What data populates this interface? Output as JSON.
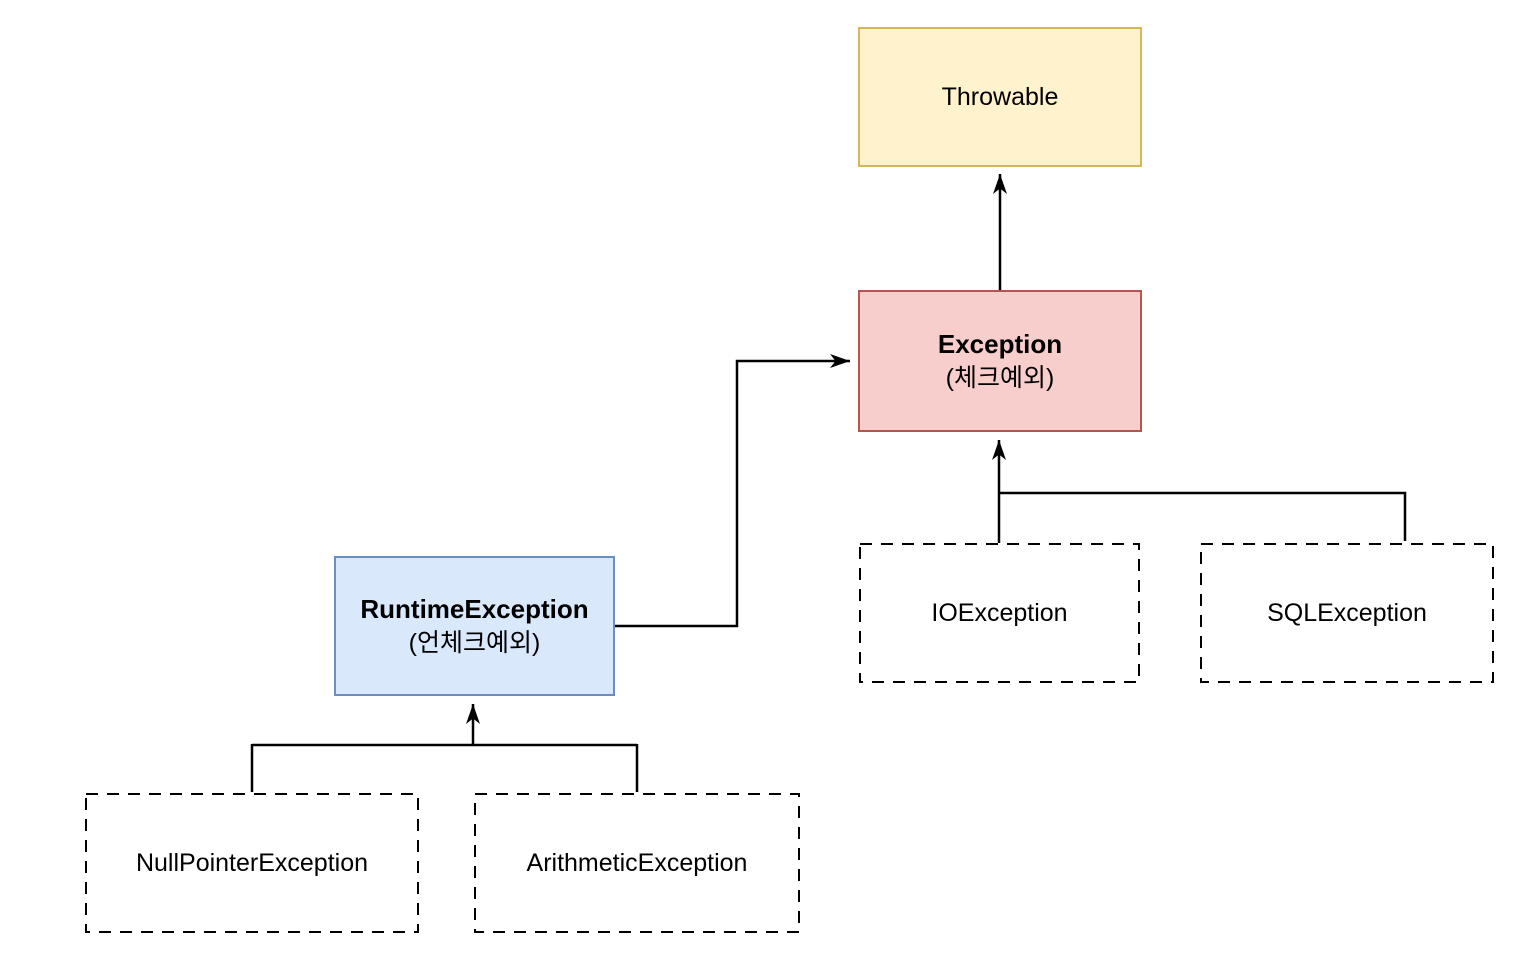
{
  "canvas": {
    "background": "#ffffff"
  },
  "colors": {
    "throwable_fill": "#fff2cc",
    "throwable_border": "#d6b656",
    "exception_fill": "#f8cecc",
    "exception_border": "#b85450",
    "runtime_fill": "#dae8fc",
    "runtime_border": "#6c8ebf",
    "subclass_fill": "#ffffff",
    "subclass_border": "#000000",
    "connector": "#000000"
  },
  "nodes": {
    "throwable": {
      "label": "Throwable"
    },
    "exception": {
      "label": "Exception",
      "sublabel": "(체크예외)"
    },
    "runtime_exception": {
      "label": "RuntimeException",
      "sublabel": "(언체크예외)"
    },
    "io_exception": {
      "label": "IOException"
    },
    "sql_exception": {
      "label": "SQLException"
    },
    "null_pointer_exception": {
      "label": "NullPointerException"
    },
    "arithmetic_exception": {
      "label": "ArithmeticException"
    }
  },
  "edges": [
    {
      "from": "Exception",
      "to": "Throwable",
      "style": "solid-arrow"
    },
    {
      "from": "RuntimeException",
      "to": "Exception",
      "style": "solid-arrow"
    },
    {
      "from": "IOException",
      "to": "Exception",
      "style": "solid-arrow"
    },
    {
      "from": "SQLException",
      "to": "Exception",
      "style": "solid-arrow"
    },
    {
      "from": "NullPointerException",
      "to": "RuntimeException",
      "style": "solid-arrow"
    },
    {
      "from": "ArithmeticException",
      "to": "RuntimeException",
      "style": "solid-arrow"
    }
  ]
}
